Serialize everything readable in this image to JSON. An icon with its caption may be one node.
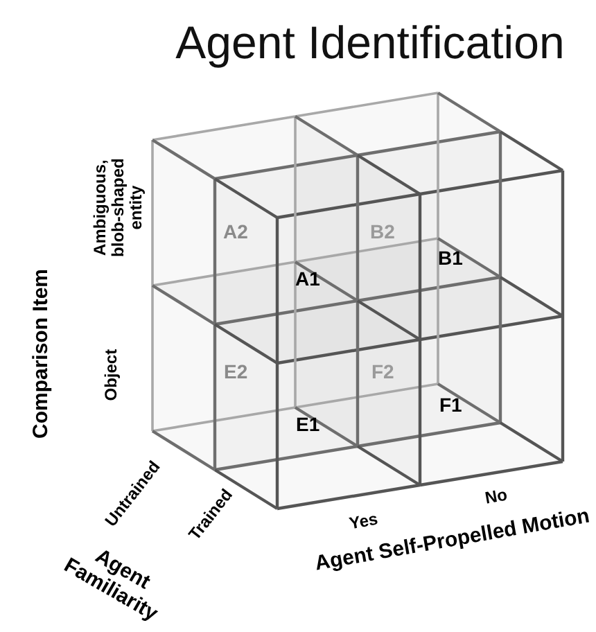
{
  "diagram": {
    "title": "Agent Identification",
    "labels": [
      "Comparison Item",
      "Ambiguous, blob-shaped entity",
      "Object",
      "A2",
      "B2",
      "A1",
      "B1",
      "E2",
      "F2",
      "E1",
      "F1",
      "Untrained",
      "Trained",
      "Yes",
      "No",
      "Agent Self-Propelled Motion",
      "Agent Familiarity"
    ]
  }
}
